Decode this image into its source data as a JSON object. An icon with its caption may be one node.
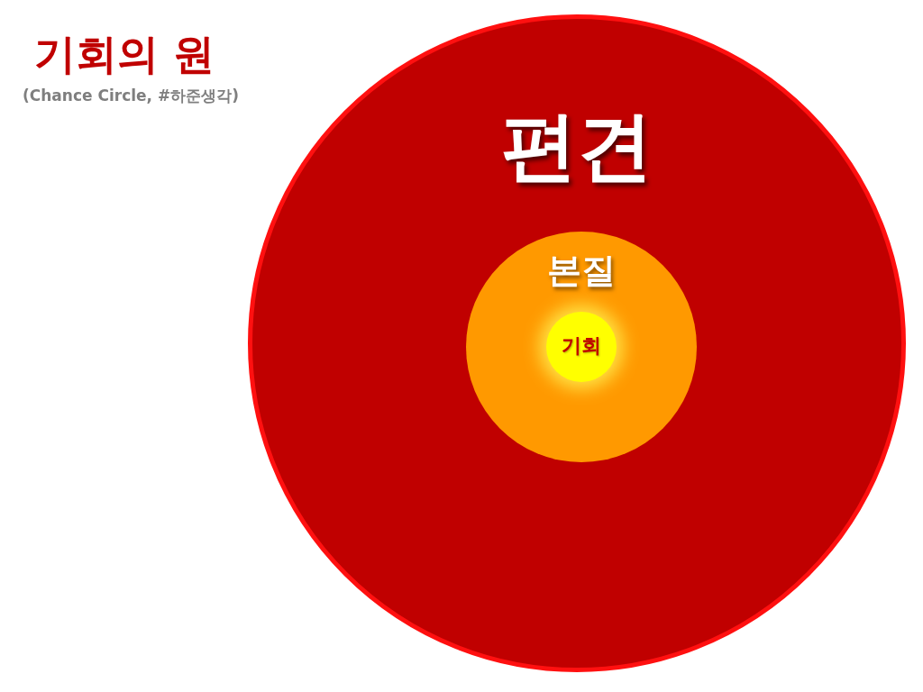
{
  "diagram": {
    "title": "기회의 원",
    "caption": "(Chance Circle, #하준생각)",
    "nodes": [
      {
        "text": [
          "편견"
        ]
      },
      {
        "text": [
          "본질"
        ],
        "in": 0
      },
      {
        "text": [
          "기회"
        ],
        "in": 1
      }
    ]
  }
}
